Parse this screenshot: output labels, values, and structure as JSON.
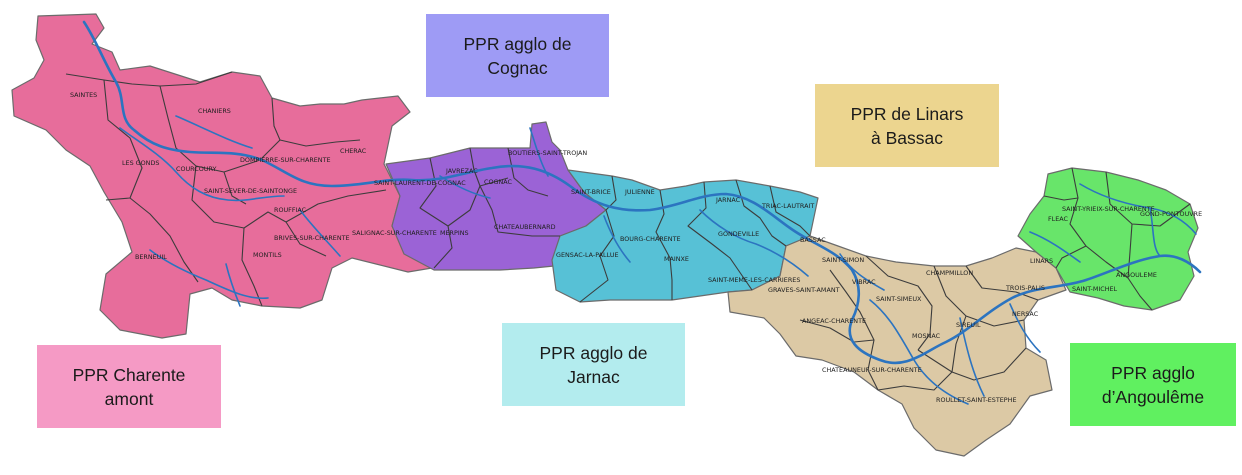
{
  "legend": {
    "charente_amont": {
      "label": "PPR Charente\namont",
      "color": "#f59ac5"
    },
    "cognac": {
      "label": "PPR agglo de\nCognac",
      "color": "#9e9bf5"
    },
    "jarnac": {
      "label": "PPR agglo de\nJarnac",
      "color": "#b3ecee"
    },
    "linars": {
      "label": "PPR de Linars\nà Bassac",
      "color": "#ecd58f"
    },
    "angouleme": {
      "label": "PPR agglo\nd’Angoulême",
      "color": "#60f060"
    }
  },
  "zone_colors": {
    "charente_amont": "#e76d9b",
    "cognac": "#9b63d6",
    "jarnac": "#57c1d6",
    "linars": "#dcc9a5",
    "angouleme": "#68e56a"
  },
  "river_color": "#2c74c0",
  "communes": {
    "saintes": "SAINTES",
    "chaniers": "CHANIERS",
    "les_gonds": "LES GONDS",
    "courcoury": "COURCOURY",
    "dompierre": "DOMPIERRE-SUR-CHARENTE",
    "cherac": "CHERAC",
    "saint_sever": "SAINT-SEVER-DE-SAINTONGE",
    "rouffiac": "ROUFFIAC",
    "berneuil": "BERNEUIL",
    "montils": "MONTILS",
    "brives": "BRIVES-SUR-CHARENTE",
    "salignac": "SALIGNAC-SUR-CHARENTE",
    "saint_laurent": "SAINT-LAURENT-DE-COGNAC",
    "javrezac": "JAVREZAC",
    "boutiers": "BOUTIERS-SAINT-TROJAN",
    "cognac": "COGNAC",
    "merpins": "MERPINS",
    "chateaubernard": "CHATEAUBERNARD",
    "saint_brice": "SAINT-BRICE",
    "julienne": "JULIENNE",
    "jarnac": "JARNAC",
    "triac": "TRIAC-LAUTRAIT",
    "gondeville": "GONDEVILLE",
    "bourg_charente": "BOURG-CHARENTE",
    "gensac": "GENSAC-LA-PALLUE",
    "mainxe": "MAINXE",
    "bassac": "BASSAC",
    "saint_simon": "SAINT-SIMON",
    "saint_meme": "SAINT-MEME-LES-CARRIERES",
    "graves": "GRAVES-SAINT-AMANT",
    "vibrac": "VIBRAC",
    "champmillon": "CHAMPMILLON",
    "saint_simeux": "SAINT-SIMEUX",
    "trois_palis": "TROIS-PALIS",
    "linars": "LINARS",
    "angeac": "ANGEAC-CHARENTE",
    "mosnac": "MOSNAC",
    "sireuil": "SIREUIL",
    "nersac": "NERSAC",
    "chateauneuf": "CHATEAUNEUF-SUR-CHARENTE",
    "roullet": "ROULLET-SAINT-ESTEPHE",
    "fleac": "FLEAC",
    "saint_yrieix": "SAINT-YRIEIX-SUR-CHARENTE",
    "gond_pontouvre": "GOND-PONTOUVRE",
    "angouleme": "ANGOULEME",
    "saint_michel": "SAINT-MICHEL"
  }
}
